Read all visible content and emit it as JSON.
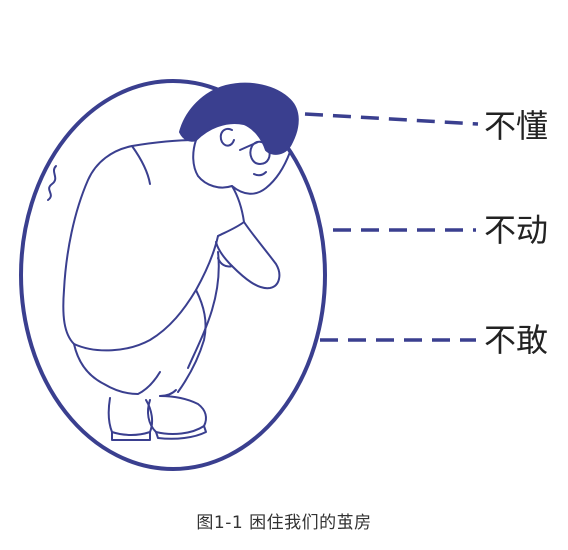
{
  "labels": {
    "top": "不懂",
    "middle": "不动",
    "bottom": "不敢"
  },
  "caption": "图1-1 困住我们的茧房",
  "colors": {
    "outline": "#3a3f8f",
    "hair": "#3a3f8f",
    "text": "#222222"
  }
}
